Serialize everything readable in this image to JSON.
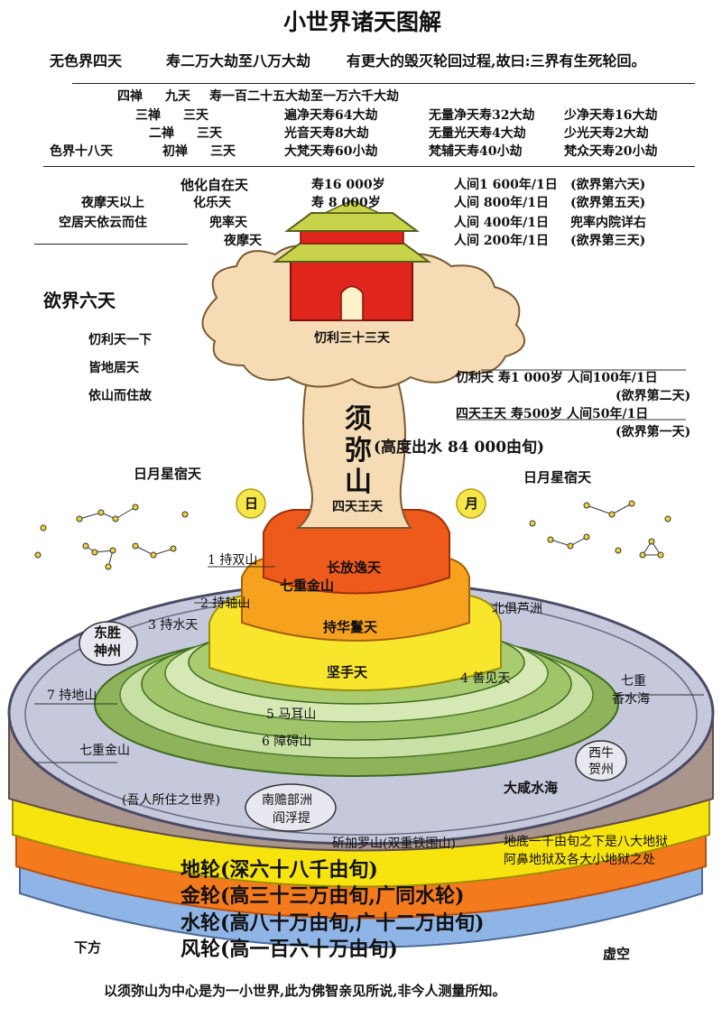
{
  "title": "小世界诸天图解",
  "formless": {
    "name": "无色界四天",
    "life": "寿二万大劫至八万大劫",
    "note": "有更大的毁灭轮回过程,故曰:三界有生死轮回。"
  },
  "form_realm": {
    "rows": [
      {
        "label": "四禅",
        "heavens": "九天",
        "c1": "寿一百二十五大劫至一万六千大劫",
        "c2": "",
        "c3": ""
      },
      {
        "label": "三禅",
        "heavens": "三天",
        "c1": "遍净天寿64大劫",
        "c2": "无量净天寿32大劫",
        "c3": "少净天寿16大劫"
      },
      {
        "label": "二禅",
        "heavens": "三天",
        "c1": "光音天寿8大劫",
        "c2": "无量光天寿4大劫",
        "c3": "少光天寿2大劫"
      },
      {
        "label": "初禅",
        "heavens": "三天",
        "c1": "大梵天寿60小劫",
        "c2": "梵辅天寿40小劫",
        "c3": "梵众天寿20小劫"
      }
    ],
    "name": "色界十八天"
  },
  "desire_upper": {
    "left_note_1": "夜摩天以上",
    "left_note_2": "空居天依云而住",
    "rows": [
      {
        "name": "他化自在天",
        "life": "寿16 000岁",
        "ratio": "人间1 600年/1日",
        "note": "(欲界第六天)"
      },
      {
        "name": "化乐天",
        "life": "寿 8 000岁",
        "ratio": "人间  800年/1日",
        "note": "(欲界第五天)"
      },
      {
        "name": "兜率天",
        "life": "",
        "ratio": "人间  400年/1日",
        "note": "兜率内院详右"
      },
      {
        "name": "夜摩天",
        "life": "",
        "ratio": "人间  200年/1日",
        "note": "(欲界第三天)"
      }
    ]
  },
  "desire_six": {
    "heading": "欲界六天",
    "note_1": "忉利天一下",
    "note_2": "皆地居天",
    "note_3": "依山而住故"
  },
  "trayastrimsa": {
    "cloud_label": "忉利三十三天",
    "line_1": "忉利天   寿1 000岁   人间100年/1日",
    "line_1b": "(欲界第二天)",
    "line_2": "四天王天   寿500岁   人间50年/1日",
    "line_2b": "(欲界第一天)"
  },
  "sumeru": {
    "char_1": "须",
    "char_2": "弥",
    "char_3": "山",
    "height": "(高度出水 84 000由旬)",
    "four_kings": "四天王天"
  },
  "sky": {
    "left_label": "日月星宿天",
    "right_label": "日月星宿天",
    "sun": "日",
    "moon": "月"
  },
  "tiers": {
    "t1": "长放逸天",
    "t1b": "七重金山",
    "t2": "持华鬘天",
    "t3": "坚手天"
  },
  "mountains": {
    "m1": "1 持双山",
    "m2": "2 持轴山",
    "m3": "3 持水天",
    "m4": "4 善见天",
    "m5": "5 马耳山",
    "m6": "6 障碍山",
    "m7": "7 持地山",
    "golden": "七重金山",
    "sea_1": "七重",
    "sea_2": "香水海",
    "great_sea": "大咸水海",
    "iron_mt": "斫加罗山(双重铁围山)",
    "hell_1": "地底一千由旬之下是八大地狱",
    "hell_2": "阿鼻地狱及各大小地狱之处"
  },
  "continents": {
    "east_1": "东胜",
    "east_2": "神州",
    "north": "北俱芦洲",
    "west_1": "西牛",
    "west_2": "贺州",
    "south_1": "南赡部洲",
    "south_2": "阎浮提",
    "south_note": "(吾人所住之世界)"
  },
  "wheels": {
    "earth": "地轮(深六十八千由旬)",
    "gold": "金轮(高三十三万由旬,广同水轮)",
    "water": "水轮(高八十万由旬,广十二万由旬)",
    "wind": "风轮(高一百六十万由旬)",
    "below": "下方",
    "void": "虚空"
  },
  "footer": "以须弥山为中心是为一小世界,此为佛智亲见所说,非今人测量所知。",
  "colors": {
    "earth": "#a9958b",
    "gold": "#f7e40e",
    "water": "#f47a1e",
    "wind": "#8fb4e6",
    "sea": "#c6c8dc",
    "cloud": "#f6dcb4",
    "tier_red": "#ee5a1c",
    "tier_orange": "#f7a21f",
    "tier_yellow": "#f8e62c",
    "tier_green": "#a6c96a",
    "palace": "#e0251c",
    "roof": "#c7d34a"
  }
}
